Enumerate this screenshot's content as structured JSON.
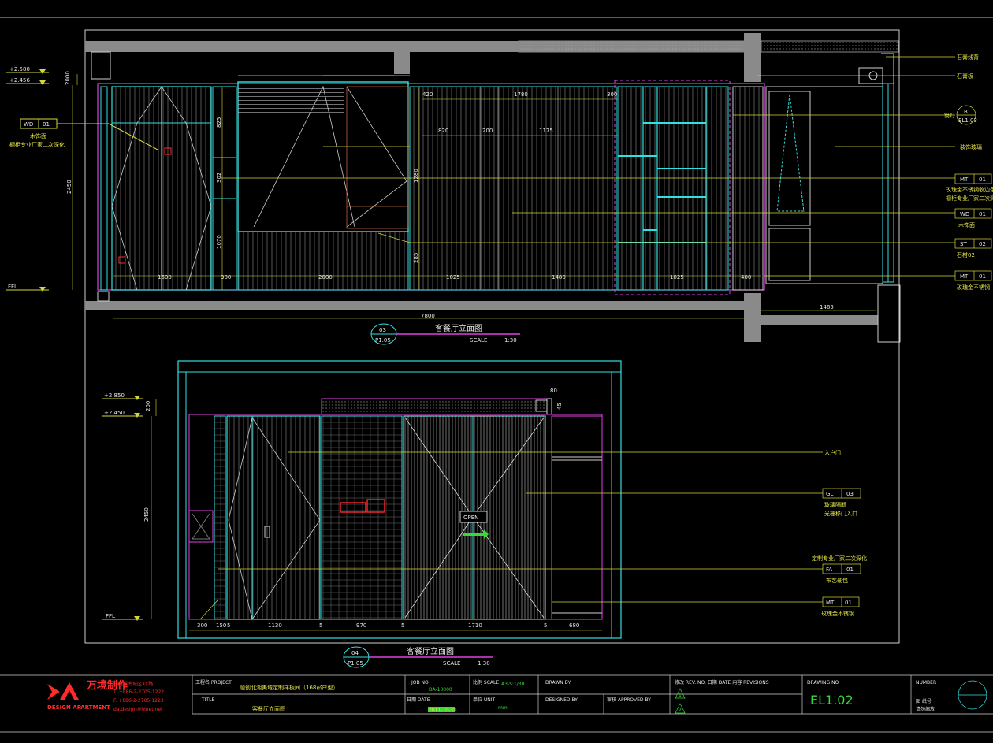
{
  "colors": {
    "background": "#000000",
    "cyan": "#33e0e0",
    "magenta": "#e040e0",
    "yellow": "#d6d63a",
    "white": "#e8e8e8",
    "green": "#38d938",
    "red": "#ff2a2a"
  },
  "upper": {
    "levels": [
      "+2.580",
      "+2.456",
      "FFL"
    ],
    "dims_left": [
      "2450",
      "2000"
    ],
    "dims_top": [
      "420",
      "1780",
      "300",
      "820",
      "200",
      "1175"
    ],
    "dims_mid": [
      "825",
      "302",
      "1070",
      "1280",
      "285"
    ],
    "dims_bottom": [
      "1600",
      "300",
      "2000",
      "1025",
      "1480",
      "1025",
      "400",
      "7800",
      "1465"
    ],
    "left_tag": {
      "code": "WD",
      "num": "01",
      "note": "木饰面",
      "note2": "橱柜专业厂家二次深化"
    },
    "callouts_right": [
      {
        "text": "石膏线背",
        "code": "",
        "num": ""
      },
      {
        "text": "石膏板",
        "code": "",
        "num": ""
      },
      {
        "text": "筒灯",
        "code": "",
        "num": ""
      },
      {
        "text": "装饰玻璃",
        "code": "",
        "num": ""
      },
      {
        "code": "MT",
        "num": "01",
        "text": "玫瑰金不锈钢收边条",
        "text2": "橱柜专业厂家二次深化"
      },
      {
        "code": "WD",
        "num": "01",
        "text": "木饰面"
      },
      {
        "code": "ST",
        "num": "02",
        "text": "石材02"
      },
      {
        "code": "MT",
        "num": "01",
        "text": "玫瑰金不锈钢"
      }
    ],
    "detail_marker": {
      "top": "B",
      "bottom": "EL1.03"
    },
    "title_block": {
      "num": "03",
      "sheet": "P1.05",
      "title": "客餐厅立面图",
      "scale_label": "SCALE",
      "scale": "1:30"
    }
  },
  "lower": {
    "levels": [
      "+2.850",
      "+2.450",
      "FFL"
    ],
    "dims_left": [
      "2450",
      "200"
    ],
    "dims_top": [
      "80",
      "45"
    ],
    "dims_bottom": [
      "300",
      "150",
      "5",
      "1130",
      "5",
      "970",
      "5",
      "1710",
      "5",
      "680"
    ],
    "door_label": "OPEN",
    "callouts_right": [
      {
        "text": "入户门",
        "code": "",
        "num": ""
      },
      {
        "code": "GL",
        "num": "03",
        "text": "玻璃隔断",
        "text2": "光栅移门入口"
      },
      {
        "code": "FA",
        "num": "01",
        "text": "布艺硬包",
        "pre": "定制专业厂家二次深化"
      },
      {
        "code": "MT",
        "num": "01",
        "text": "玫瑰金不锈钢"
      }
    ],
    "title_block": {
      "num": "04",
      "sheet": "P1.05",
      "title": "客餐厅立面图",
      "scale_label": "SCALE",
      "scale": "1:30"
    }
  },
  "footer": {
    "logo_cn": "万境制作",
    "logo_en": "DESIGN APARTMENT",
    "contact": [
      "东莞市南城区XX路",
      "T. +886-2-2705-1222",
      "F. +886-2-2705-1223",
      "da.design@hinet.net"
    ],
    "project_label": "工程名 PROJECT",
    "project_value": "融创北湖美域定制样板间（168㎡户型）",
    "title_label": "TITLE",
    "title_value": "客餐厅立面图",
    "job_label": "JOB NO",
    "job_value": "DA-10000",
    "date_label": "日期 DATE",
    "date_value": "2011-10-31",
    "scale_label": "比例 SCALE",
    "scale_value": "A3-S:1/30",
    "unit_label": "单位 UNIT",
    "unit_value": "mm",
    "drawn_label": "DRAWN BY",
    "designed_label": "DESIGNED BY",
    "approved_label": "审核 APPROVED BY",
    "rev_label": "修改 REV. NO.   日期 DATE   内容 REVISIONS",
    "rev_marks": [
      "1",
      "2"
    ],
    "drawing_no_label": "DRAWING NO",
    "drawing_no": "EL1.02",
    "number_label": "NUMBER",
    "number_note": [
      "图 纸号",
      "请勿缩放"
    ]
  }
}
